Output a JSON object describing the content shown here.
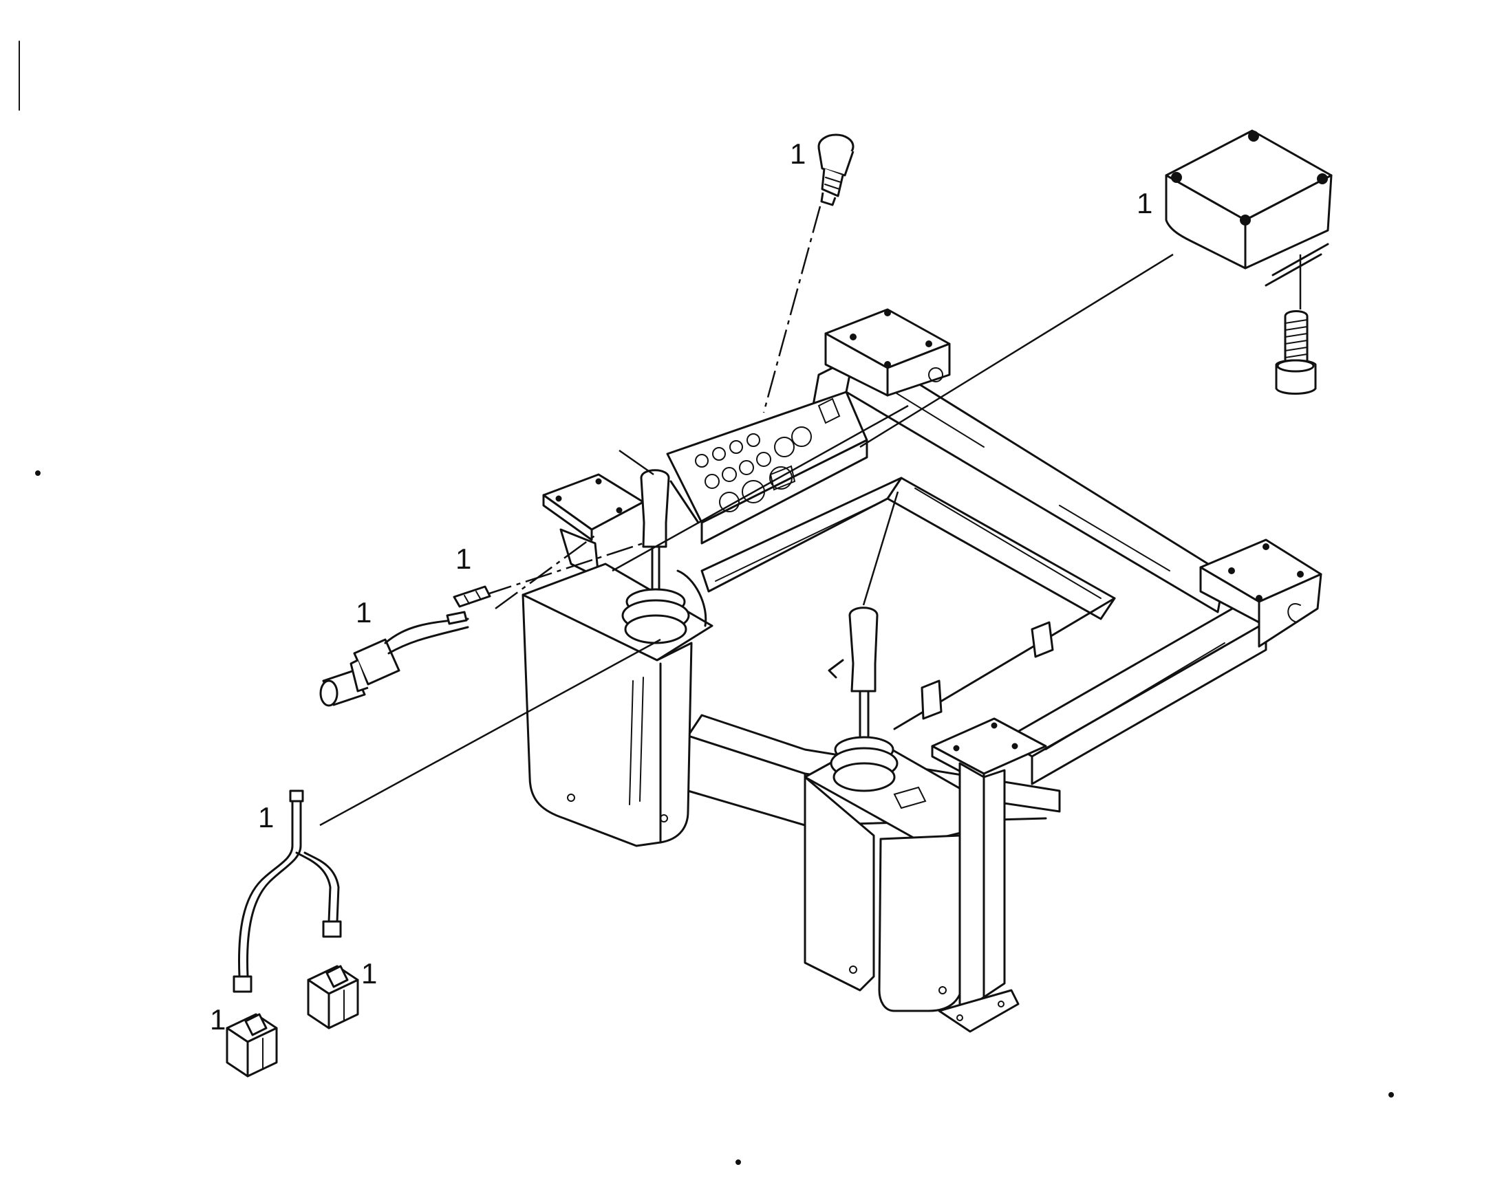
{
  "callouts": [
    {
      "id": "pushbutton",
      "text": "1"
    },
    {
      "id": "junction-box",
      "text": "1"
    },
    {
      "id": "fuse",
      "text": "1"
    },
    {
      "id": "toggle-switch",
      "text": "1"
    },
    {
      "id": "wire-harness",
      "text": "1"
    },
    {
      "id": "connector-right",
      "text": "1"
    },
    {
      "id": "connector-left",
      "text": "1"
    }
  ]
}
